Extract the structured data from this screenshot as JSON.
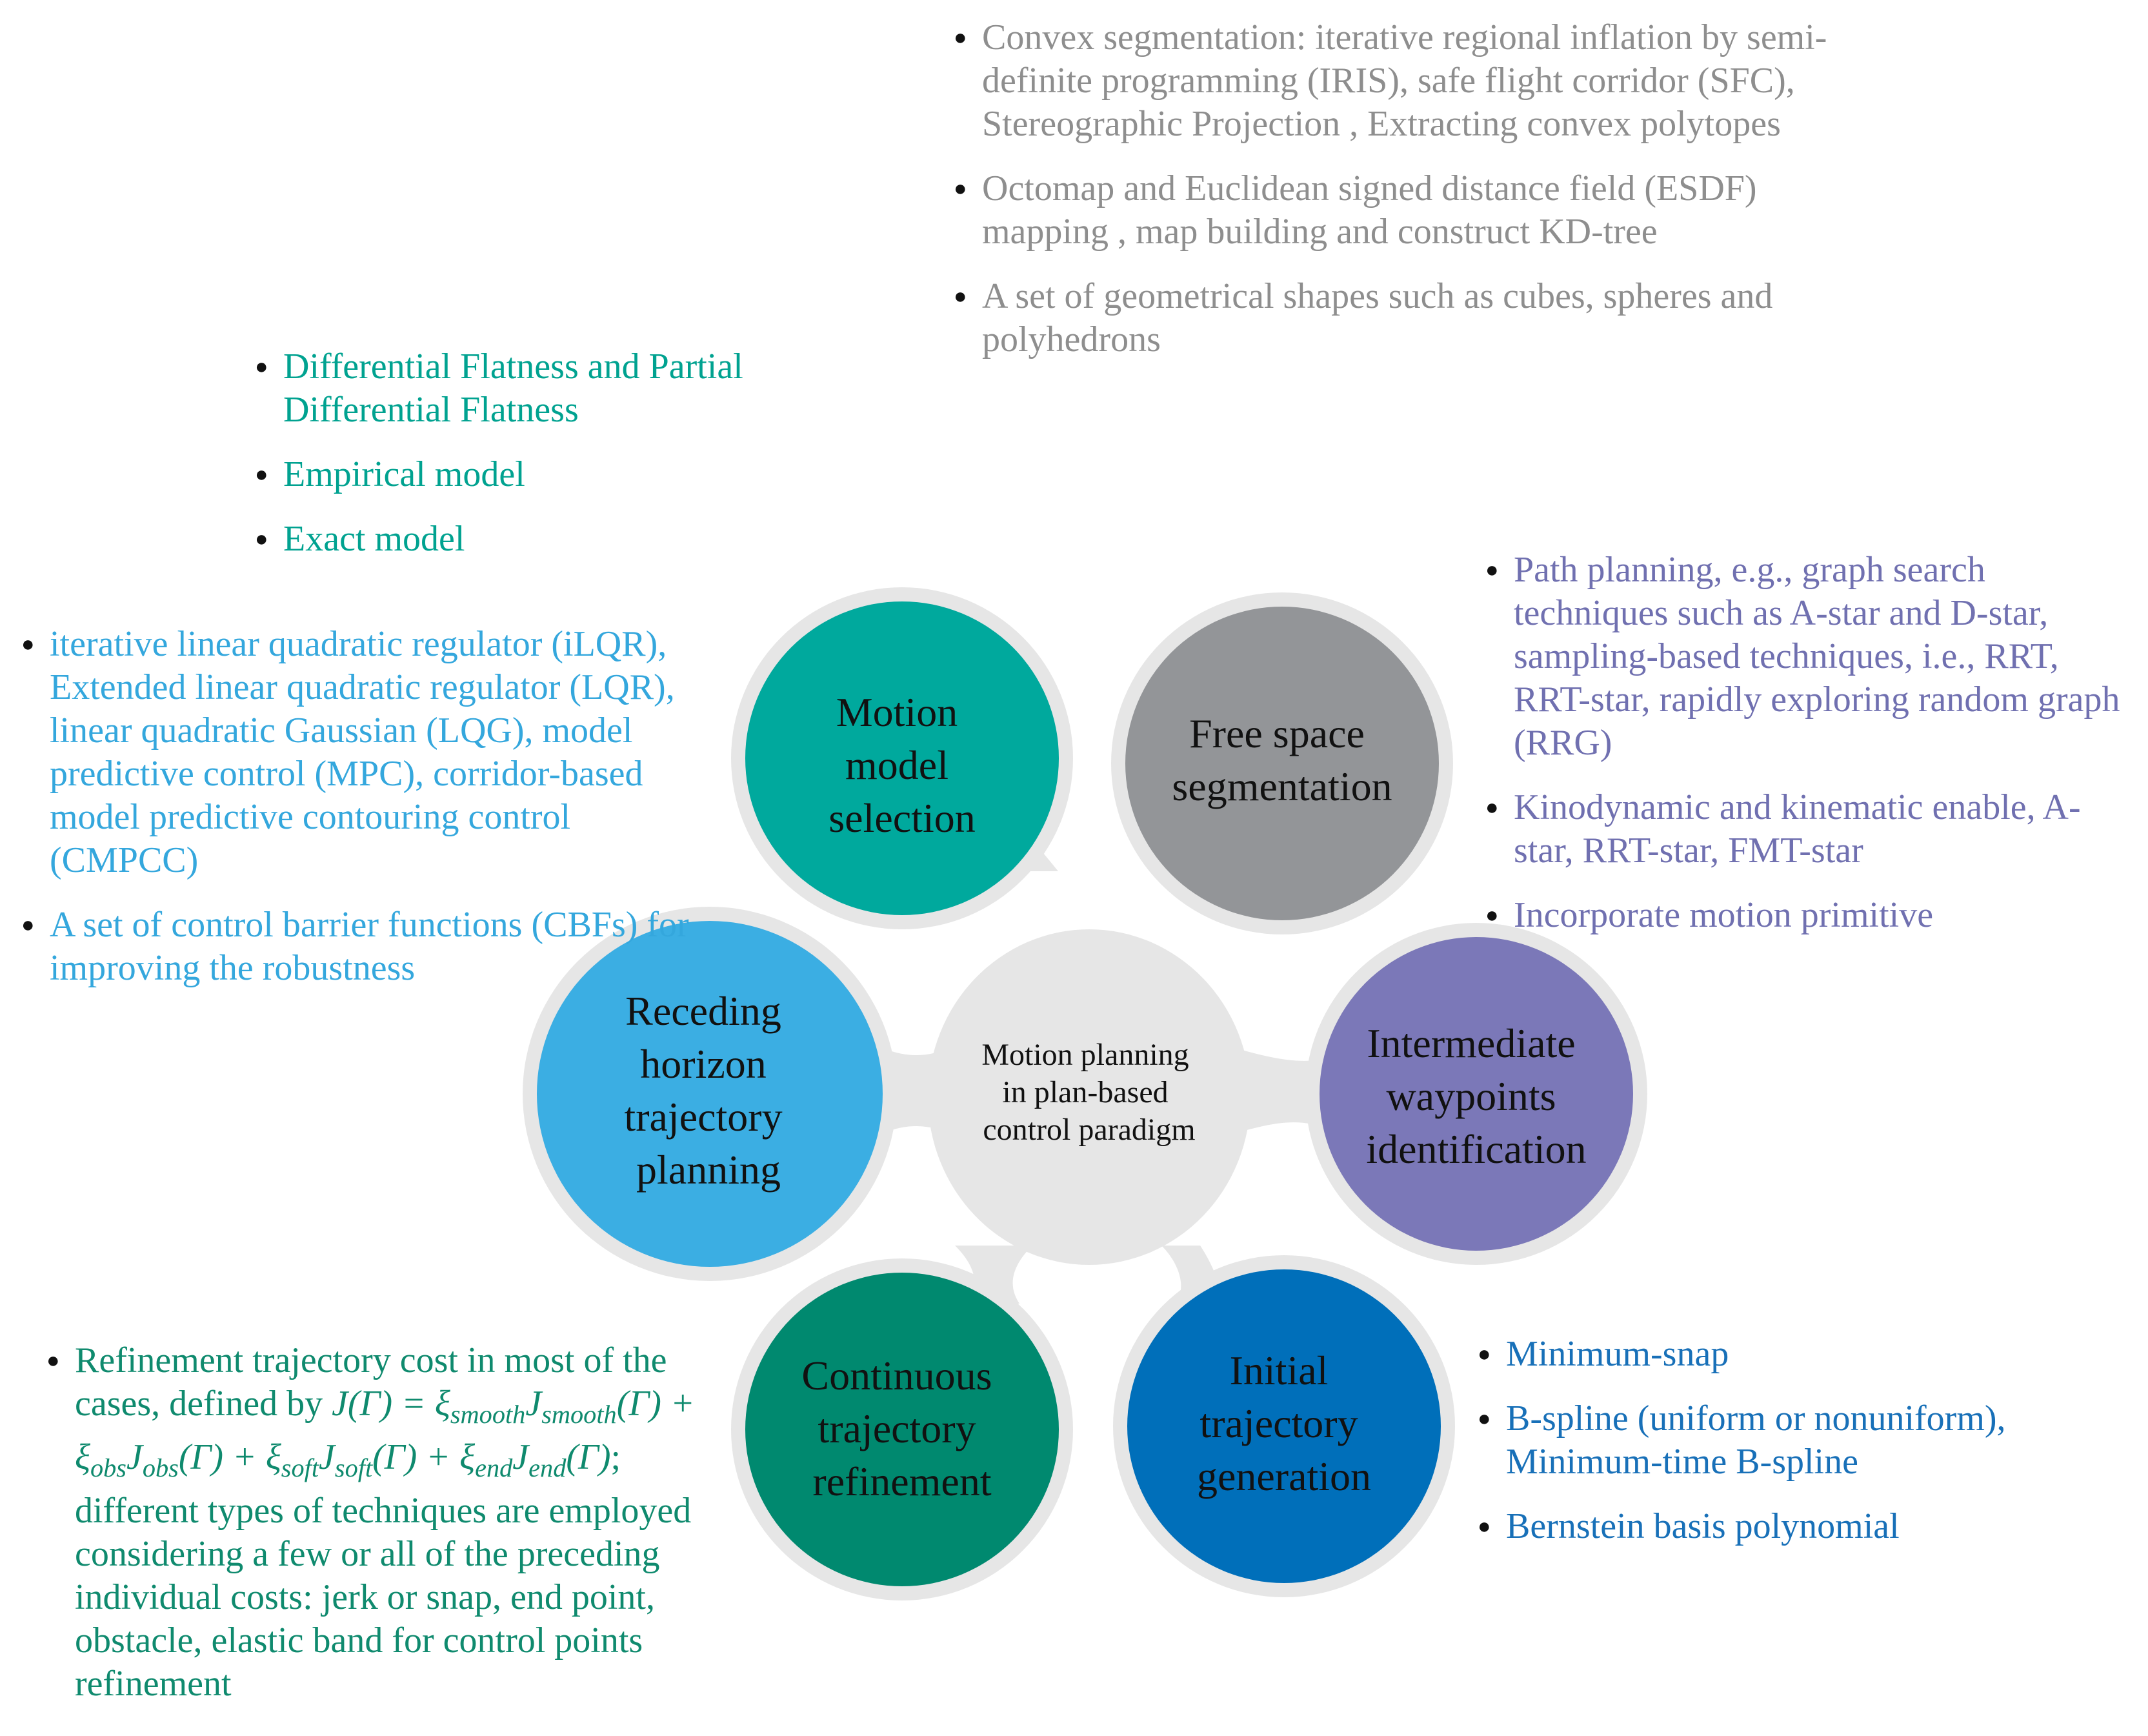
{
  "colors": {
    "hub": "#e6e6e6",
    "ring": "#e6e6e6",
    "motion_model": "#00a99d",
    "free_space": "#939598",
    "waypoints": "#7b78b8",
    "initial_traj": "#006fba",
    "refinement": "#00896f",
    "receding": "#3baee3",
    "gray_text": "#8e8e8e",
    "teal_text": "#00a290",
    "purple_text": "#7070b0",
    "blue_text": "#1870b8",
    "sky_text": "#34a7dd",
    "green_text": "#0f8a6e"
  },
  "center": {
    "lines": [
      "Motion planning",
      "in plan-based",
      "control paradigm"
    ]
  },
  "nodes": {
    "motion_model": {
      "lines": [
        "Motion",
        "model",
        "selection"
      ]
    },
    "free_space": {
      "lines": [
        "Free space",
        "segmentation"
      ]
    },
    "waypoints": {
      "lines": [
        "Intermediate",
        "waypoints",
        "identification"
      ]
    },
    "initial_traj": {
      "lines": [
        "Initial",
        "trajectory",
        "generation"
      ]
    },
    "refinement": {
      "lines": [
        "Continuous",
        "trajectory",
        "refinement"
      ]
    },
    "receding": {
      "lines": [
        "Receding",
        "horizon",
        "trajectory",
        "planning"
      ]
    }
  },
  "lists": {
    "free_space": [
      "Convex segmentation: iterative regional inflation by semi-definite programming (IRIS), safe flight corridor (SFC), Stereographic Projection , Extracting convex polytopes",
      "Octomap and Euclidean signed distance field (ESDF) mapping , map building and construct KD-tree",
      "A set of geometrical shapes such as cubes, spheres and polyhedrons"
    ],
    "motion_model": [
      "Differential Flatness and Partial Differential Flatness",
      "Empirical model",
      "Exact model"
    ],
    "waypoints": [
      "Path planning, e.g., graph search techniques such as A-star and D-star, sampling-based techniques, i.e., RRT, RRT-star, rapidly exploring random graph (RRG)",
      "Kinodynamic and kinematic enable, A-star, RRT-star, FMT-star",
      "Incorporate motion primitive"
    ],
    "receding": [
      "iterative linear quadratic regulator (iLQR), Extended linear quadratic regulator (LQR), linear quadratic Gaussian (LQG), model predictive control (MPC), corridor-based model predictive contouring control (CMPCC)",
      "A set of control barrier functions (CBFs) for improving the robustness"
    ],
    "initial_traj": [
      "Minimum-snap",
      "B-spline (uniform or nonuniform), Minimum-time B-spline",
      "Bernstein basis polynomial"
    ],
    "refinement": {
      "intro": "Refinement trajectory cost in most of the cases, defined by",
      "tail": "; different types of techniques are employed considering a few or all of the preceding individual costs: jerk or snap, end point, obstacle, elastic band for control points refinement"
    }
  }
}
